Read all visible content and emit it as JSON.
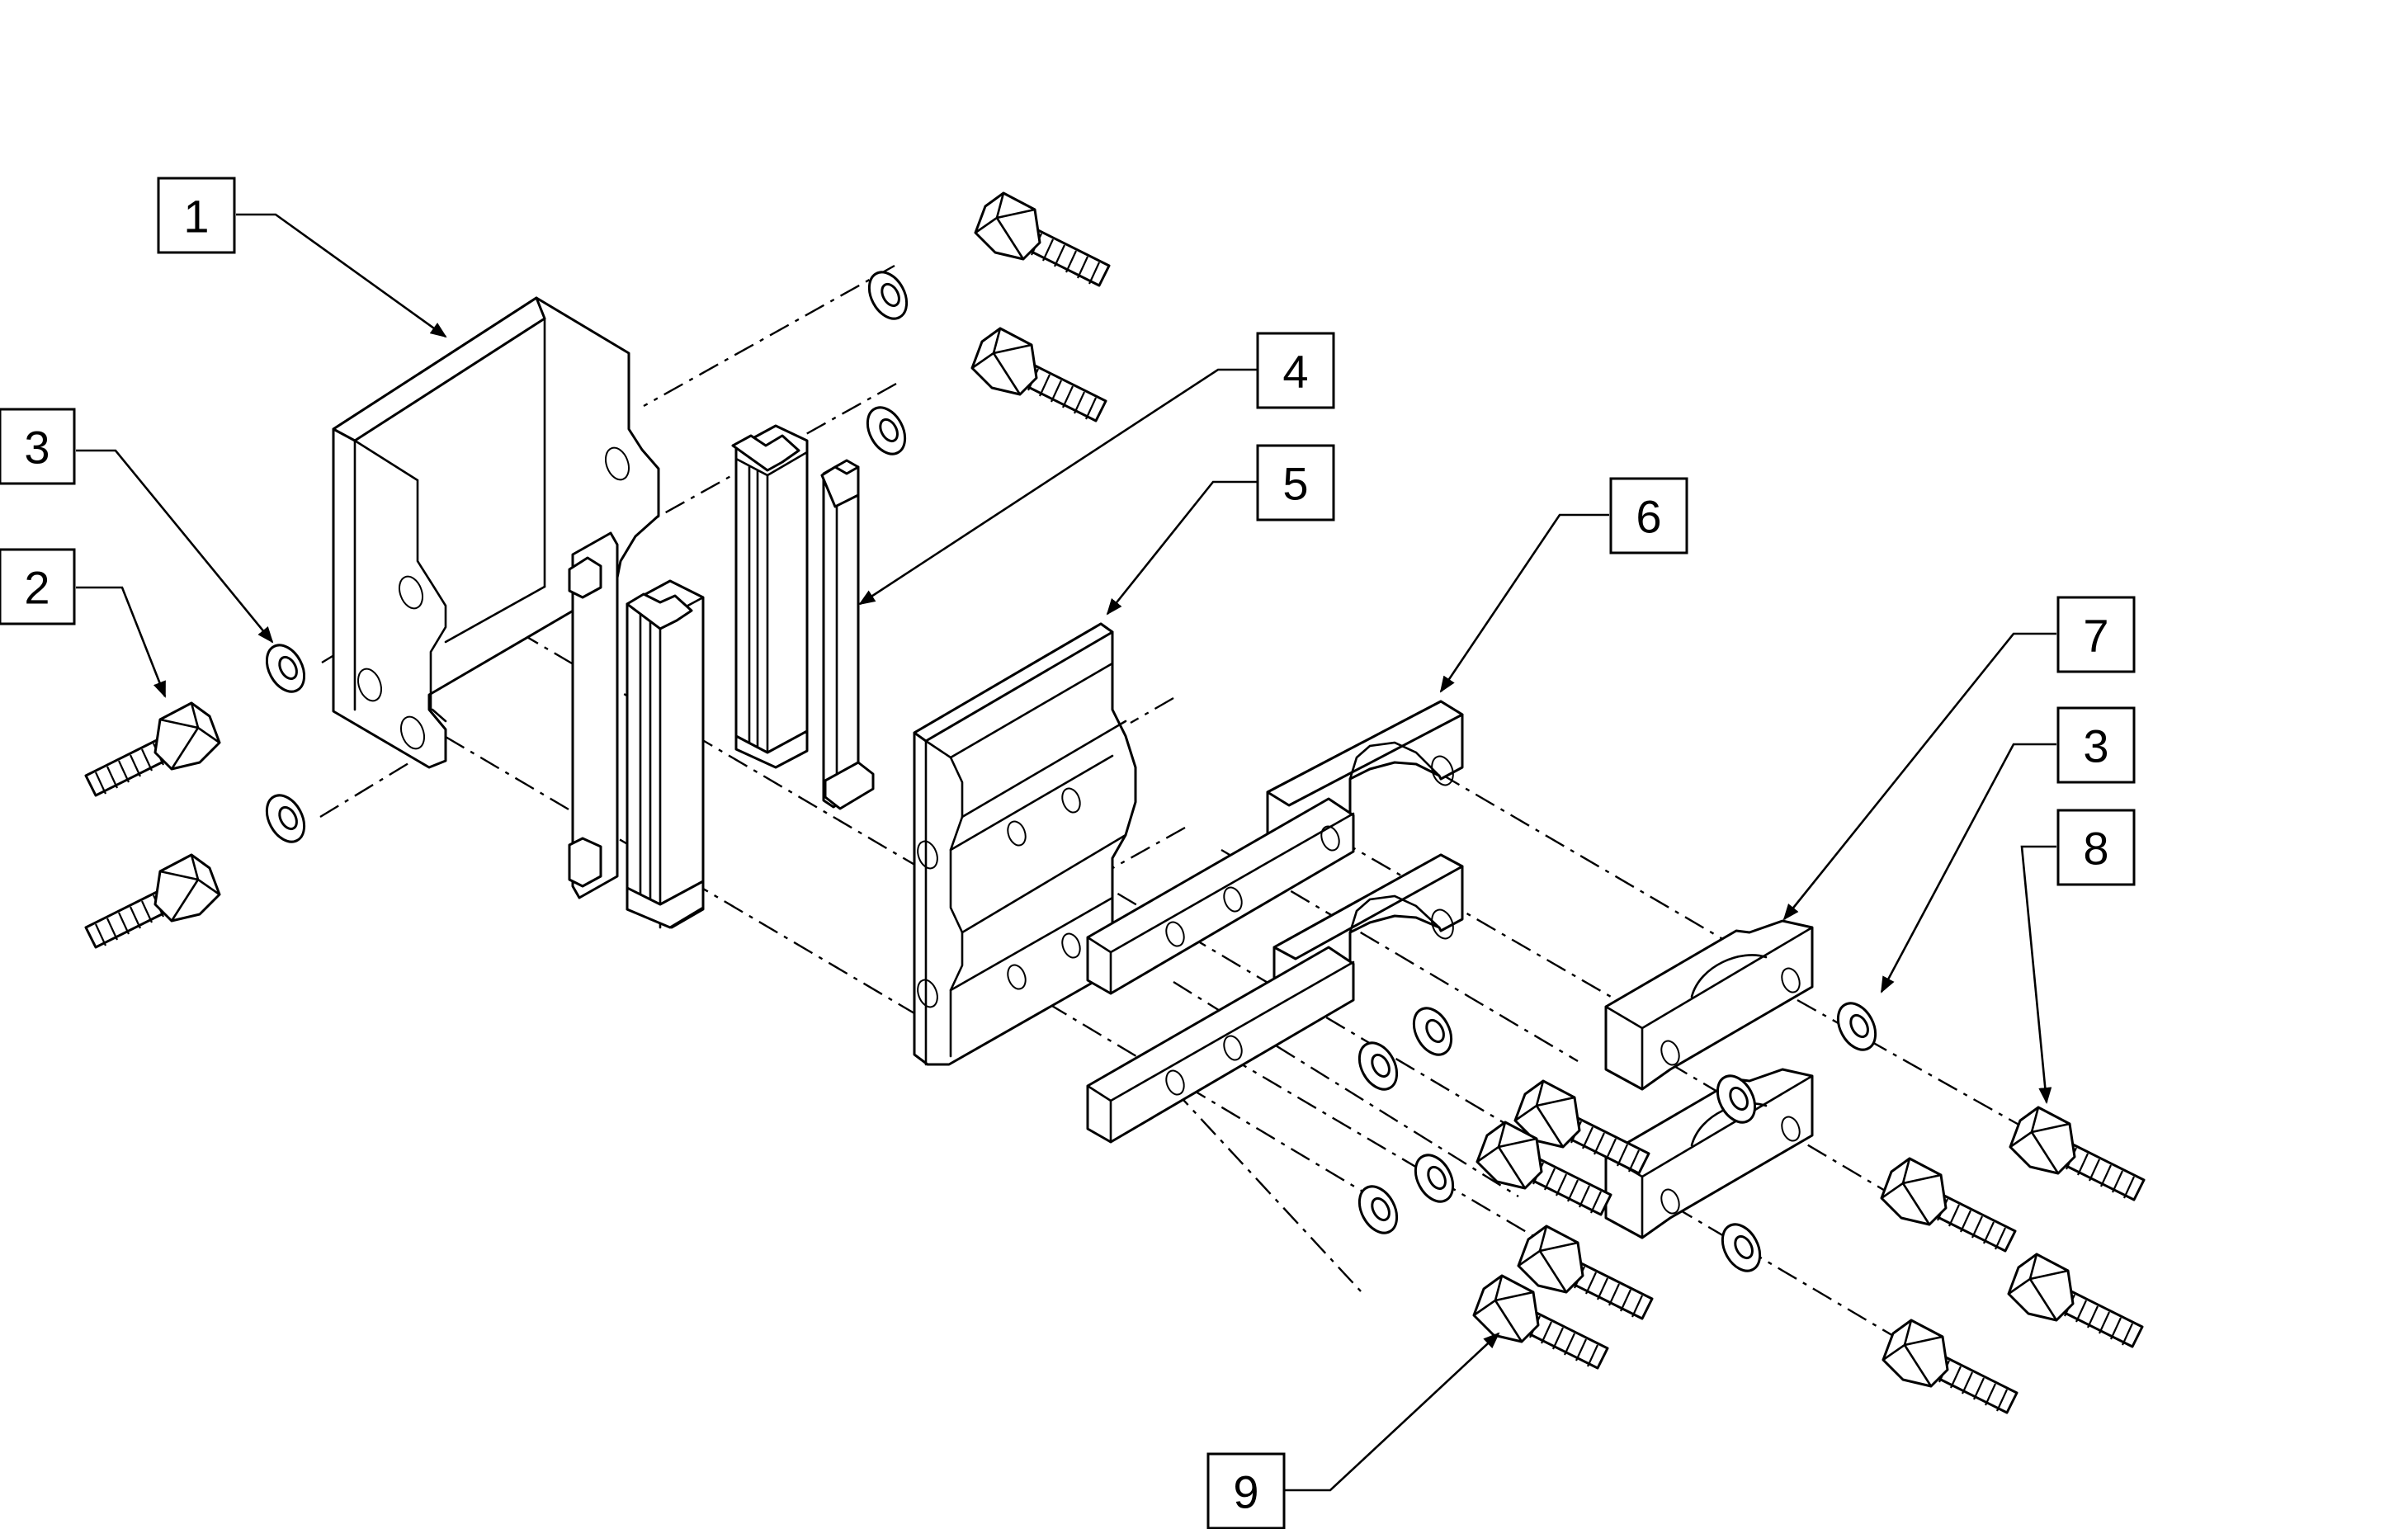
{
  "diagram": {
    "type": "exploded-parts-assembly",
    "callouts": [
      {
        "id": "callout-1",
        "label": "1"
      },
      {
        "id": "callout-2",
        "label": "2"
      },
      {
        "id": "callout-3-left",
        "label": "3"
      },
      {
        "id": "callout-4",
        "label": "4"
      },
      {
        "id": "callout-5",
        "label": "5"
      },
      {
        "id": "callout-6",
        "label": "6"
      },
      {
        "id": "callout-7",
        "label": "7"
      },
      {
        "id": "callout-3-right",
        "label": "3"
      },
      {
        "id": "callout-8",
        "label": "8"
      },
      {
        "id": "callout-9",
        "label": "9"
      }
    ],
    "colors": {
      "ink": "#000000",
      "paper": "#ffffff"
    }
  }
}
